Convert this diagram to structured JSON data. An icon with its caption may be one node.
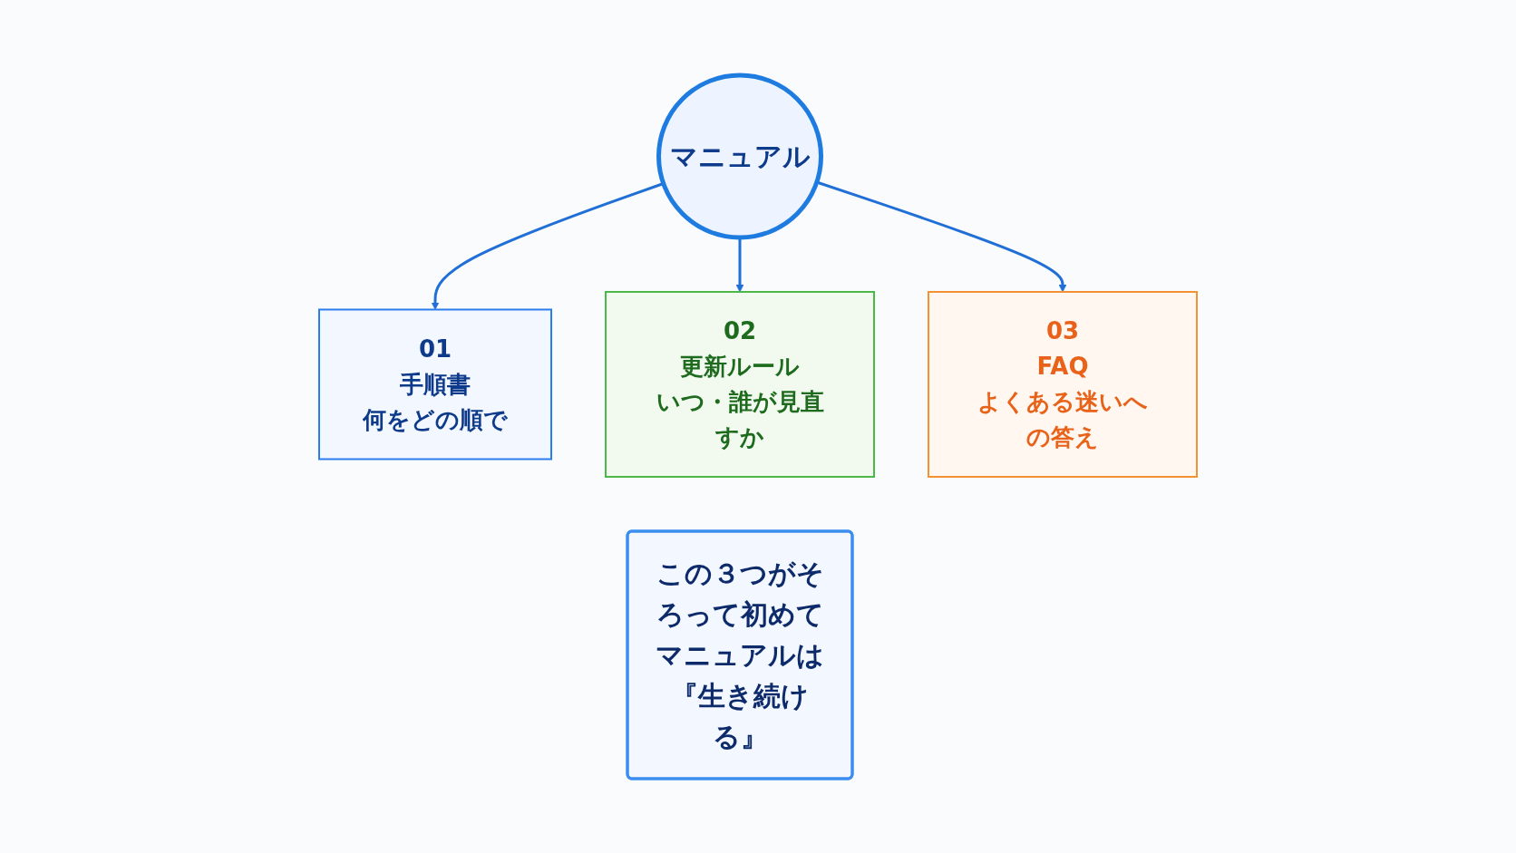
{
  "diagram": {
    "nodes": [
      {
        "text": [
          "マニュアル"
        ]
      },
      {
        "text": [
          "01",
          "手順書",
          "何をどの順で"
        ]
      },
      {
        "text": [
          "02",
          "更新ルール",
          "いつ・誰が見直すか"
        ]
      },
      {
        "text": [
          "03",
          "FAQ",
          "よくある迷いへの答え"
        ]
      },
      {
        "text": [
          "この３つがそろって初めてマニュアルは『生き続ける』"
        ]
      }
    ],
    "edges": [
      {
        "from": 0,
        "to": 1,
        "arrow": "to"
      },
      {
        "from": 0,
        "to": 2,
        "arrow": "to"
      },
      {
        "from": 0,
        "to": 3,
        "arrow": "to"
      }
    ]
  }
}
